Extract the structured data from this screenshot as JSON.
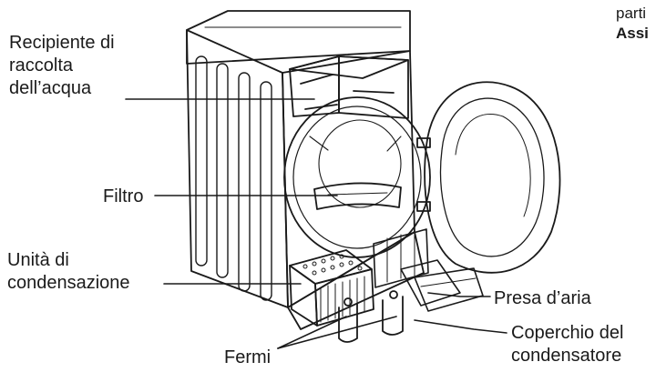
{
  "corner": {
    "line1": "parti",
    "line2": "Assi"
  },
  "labels": {
    "water_container": [
      "Recipiente di",
      "raccolta",
      "dell’acqua"
    ],
    "filter": "Filtro",
    "condenser_unit": [
      "Unità di",
      "condensazione"
    ],
    "air_intake": "Presa d’aria",
    "condenser_cover": [
      "Coperchio del",
      "condensatore"
    ],
    "latches": "Fermi"
  },
  "colors": {
    "line": "#1a1a1a",
    "background": "#ffffff"
  },
  "icons": [
    "tumble-dryer-illustration"
  ]
}
